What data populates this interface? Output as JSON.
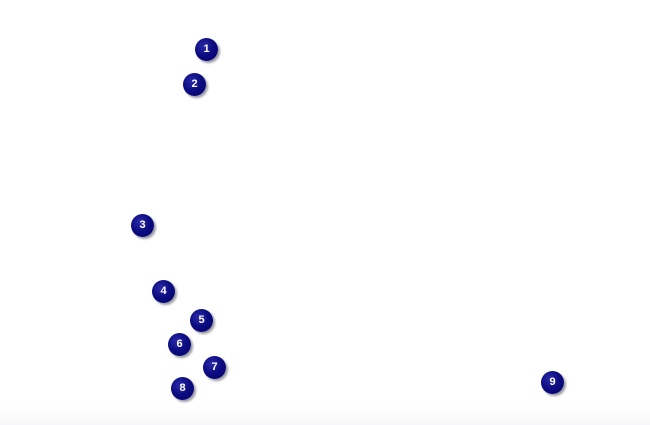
{
  "markers": [
    {
      "label": "1"
    },
    {
      "label": "2"
    },
    {
      "label": "3"
    },
    {
      "label": "4"
    },
    {
      "label": "5"
    },
    {
      "label": "6"
    },
    {
      "label": "7"
    },
    {
      "label": "8"
    },
    {
      "label": "9"
    }
  ],
  "colors": {
    "marker_fill": "#000080",
    "marker_text": "#ffffff",
    "background": "#ffffff"
  }
}
